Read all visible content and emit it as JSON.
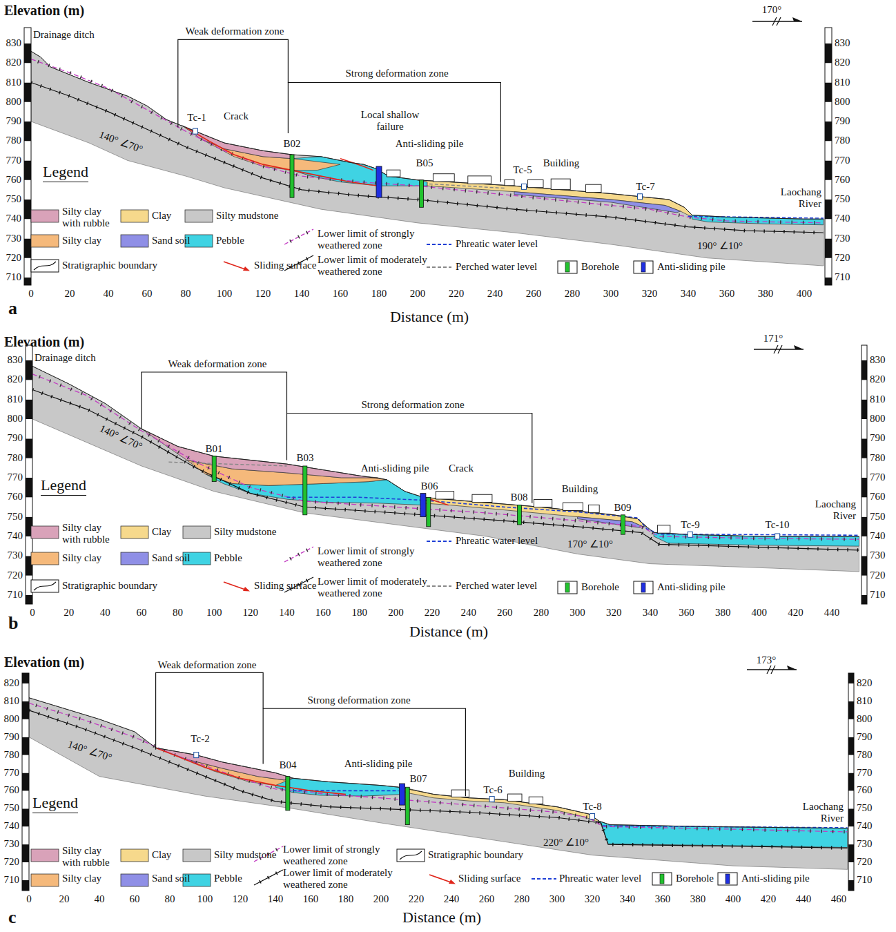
{
  "diagram": {
    "labels": [
      "Elevation (m)",
      "830",
      "820",
      "810",
      "800",
      "790",
      "780",
      "770",
      "760",
      "750",
      "740",
      "730",
      "720",
      "710",
      "830",
      "820",
      "810",
      "800",
      "790",
      "780",
      "770",
      "760",
      "750",
      "740",
      "730",
      "720",
      "710",
      "0",
      "20",
      "40",
      "60",
      "80",
      "100",
      "120",
      "140",
      "160",
      "180",
      "200",
      "220",
      "240",
      "260",
      "280",
      "300",
      "320",
      "340",
      "360",
      "380",
      "400",
      "Distance (m)",
      "a",
      "Drainage ditch",
      "Weak deformation zone",
      "Strong deformation zone",
      "Tc-1",
      "Crack",
      "B02",
      "Local shallow failure",
      "Anti-sliding pile",
      "B05",
      "Building",
      "Tc-5",
      "Tc-7",
      "Laochang River",
      "140° ∠70°",
      "190° ∠10°",
      "170°",
      "Legend",
      "Elevation (m)",
      "830",
      "820",
      "810",
      "800",
      "790",
      "780",
      "770",
      "760",
      "750",
      "740",
      "730",
      "720",
      "710",
      "830",
      "820",
      "810",
      "800",
      "790",
      "780",
      "770",
      "760",
      "750",
      "740",
      "730",
      "720",
      "710",
      "0",
      "20",
      "40",
      "60",
      "80",
      "100",
      "120",
      "140",
      "160",
      "180",
      "200",
      "220",
      "240",
      "260",
      "280",
      "300",
      "320",
      "340",
      "360",
      "380",
      "400",
      "420",
      "440",
      "Distance (m)",
      "b",
      "Drainage ditch",
      "Weak deformation zone",
      "Strong deformation zone",
      "B01",
      "B03",
      "Anti-sliding pile",
      "Crack",
      "B06",
      "B08",
      "Building",
      "B09",
      "Tc-9",
      "Tc-10",
      "Laochang River",
      "140° ∠70°",
      "170° ∠10°",
      "171°",
      "Legend",
      "Elevation (m)",
      "820",
      "810",
      "800",
      "790",
      "780",
      "770",
      "760",
      "750",
      "740",
      "730",
      "720",
      "710",
      "820",
      "810",
      "800",
      "790",
      "780",
      "770",
      "760",
      "750",
      "740",
      "730",
      "720",
      "710",
      "0",
      "20",
      "40",
      "60",
      "80",
      "100",
      "120",
      "140",
      "160",
      "180",
      "200",
      "220",
      "240",
      "260",
      "280",
      "300",
      "320",
      "340",
      "360",
      "380",
      "400",
      "420",
      "440",
      "460",
      "Distance (m)",
      "c",
      "Weak deformation zone",
      "Strong deformation zone",
      "Tc-2",
      "B04",
      "Anti-sliding pile",
      "B07",
      "Building",
      "Tc-6",
      "Tc-8",
      "Laochang River",
      "140° ∠70°",
      "220° ∠10°",
      "173°",
      "Legend"
    ],
    "legend": [
      {
        "text": "Silty clay with rubble",
        "color": "#d9a2b9"
      },
      {
        "text": "Clay",
        "color": "#f6d98c"
      },
      {
        "text": "Silty mudstone",
        "color": "#c8c8c8"
      },
      {
        "text": "Silty clay",
        "color": "#f5b97b"
      },
      {
        "text": "Sand soil",
        "color": "#8f8fe6"
      },
      {
        "text": "Pebble",
        "color": "#3fd3e3"
      },
      {
        "text": "Lower limit of strongly weathered zone"
      },
      {
        "text": "Phreatic water level"
      },
      {
        "text": "Stratigraphic boundary"
      },
      {
        "text": "Sliding surface"
      },
      {
        "text": "Lower limit of moderately weathered zone"
      },
      {
        "text": "Perched water level"
      },
      {
        "text": "Borehole"
      },
      {
        "text": "Anti-sliding pile"
      },
      {
        "text": "Silty clay with rubble",
        "color": "#d9a2b9"
      },
      {
        "text": "Clay",
        "color": "#f6d98c"
      },
      {
        "text": "Silty mudstone",
        "color": "#c8c8c8"
      },
      {
        "text": "Silty clay",
        "color": "#f5b97b"
      },
      {
        "text": "Sand soil",
        "color": "#8f8fe6"
      },
      {
        "text": "Pebble",
        "color": "#3fd3e3"
      },
      {
        "text": "Lower limit of strongly weathered zone"
      },
      {
        "text": "Phreatic water level"
      },
      {
        "text": "Stratigraphic boundary"
      },
      {
        "text": "Sliding surface"
      },
      {
        "text": "Lower limit of moderately weathered zone"
      },
      {
        "text": "Perched water level"
      },
      {
        "text": "Borehole"
      },
      {
        "text": "Anti-sliding pile"
      },
      {
        "text": "Silty clay with rubble",
        "color": "#d9a2b9"
      },
      {
        "text": "Clay",
        "color": "#f6d98c"
      },
      {
        "text": "Silty mudstone",
        "color": "#c8c8c8"
      },
      {
        "text": "Lower limit of strongly weathered zone"
      },
      {
        "text": "Stratigraphic boundary"
      },
      {
        "text": "Silty clay",
        "color": "#f5b97b"
      },
      {
        "text": "Sand soil",
        "color": "#8f8fe6"
      },
      {
        "text": "Pebble",
        "color": "#3fd3e3"
      },
      {
        "text": "Lower limit of moderately weathered zone"
      },
      {
        "text": "Sliding surface"
      },
      {
        "text": "Phreatic water level"
      },
      {
        "text": "Borehole"
      },
      {
        "text": "Anti-sliding pile"
      }
    ]
  }
}
